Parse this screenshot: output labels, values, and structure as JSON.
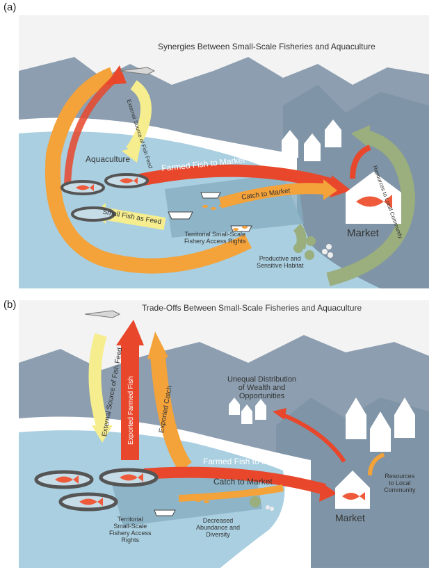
{
  "panel_a": {
    "letter": "(a)",
    "title": "Synergies Between Small-Scale Fisheries and Aquaculture",
    "labels": {
      "aquaculture": "Aquaculture",
      "farmed_fish": "Farmed Fish to Market",
      "catch": "Catch to Market",
      "small_fish": "Small Fish as Feed",
      "external_feed": "External Source of Fish Feed",
      "rights_line1": "Territorial Small-Scale",
      "rights_line2": "Fishery Access Rights",
      "habitat_line1": "Productive and",
      "habitat_line2": "Sensitive Habitat",
      "market": "Market",
      "resources": "Resources to Local Community"
    }
  },
  "panel_b": {
    "letter": "(b)",
    "title": "Trade-Offs Between Small-Scale Fisheries and Aquaculture",
    "labels": {
      "external_feed": "External Source of Fish Feed",
      "exported_farmed": "Exported Farmed Fish",
      "exported_catch": "Exported Catch",
      "farmed_fish": "Farmed Fish to Market",
      "catch": "Catch to Market",
      "unequal_line1": "Unequal Distribution",
      "unequal_line2": "of Wealth and",
      "unequal_line3": "Opportunities",
      "rights_line1": "Territorial",
      "rights_line2": "Small-Scale",
      "rights_line3": "Fishery Access",
      "rights_line4": "Rights",
      "decreased_line1": "Decreased",
      "decreased_line2": "Abundance and",
      "decreased_line3": "Diversity",
      "market": "Market",
      "resources_line1": "Resources",
      "resources_line2": "to Local",
      "resources_line3": "Community"
    }
  },
  "colors": {
    "water": "#a9cfe0",
    "water_dark": "#7fa9bd",
    "mountain": "#8c9eaf",
    "mountain_dark": "#7a8ea0",
    "arrow_red": "#e8472c",
    "arrow_orange": "#f4a23a",
    "arrow_yellow": "#f6ee8e",
    "arrow_green": "#9aae7e",
    "fish": "#ee5a3a"
  }
}
